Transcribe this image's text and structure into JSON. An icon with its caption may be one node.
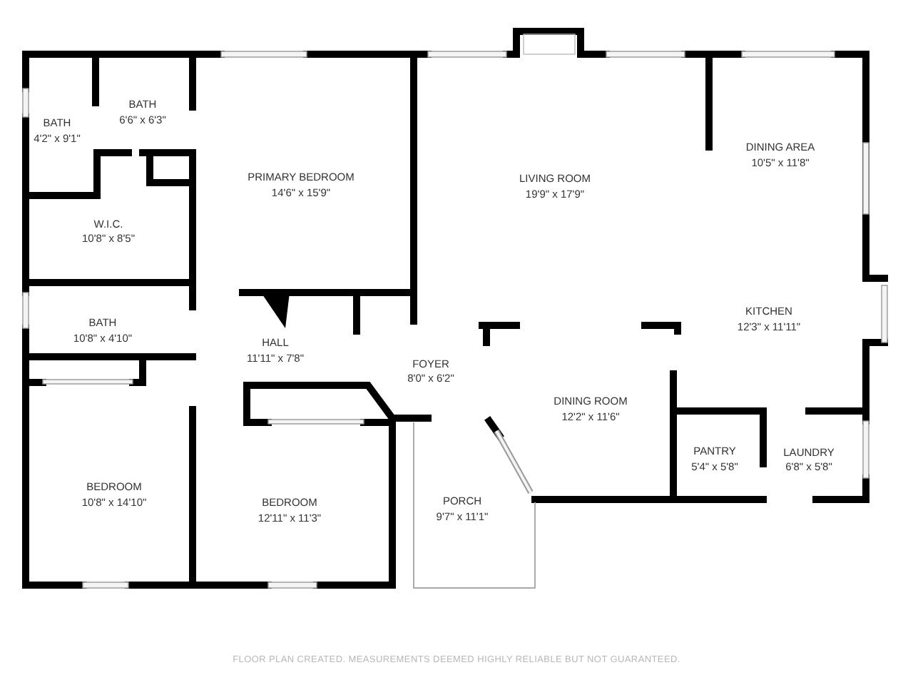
{
  "diagram": {
    "caption": "FLOOR PLAN CREATED. MEASUREMENTS DEEMED HIGHLY RELIABLE BUT NOT GUARANTEED.",
    "labels": [
      "BATH",
      "4'2\" x 9'1\"",
      "BATH",
      "6'6\" x 6'3\"",
      "PRIMARY BEDROOM",
      "14'6\" x 15'9\"",
      "LIVING ROOM",
      "19'9\" x 17'9\"",
      "DINING AREA",
      "10'5\" x 11'8\"",
      "W.I.C.",
      "10'8\" x 8'5\"",
      "KITCHEN",
      "12'3\" x 11'11\"",
      "BATH",
      "10'8\" x 4'10\"",
      "HALL",
      "11'11\" x 7'8\"",
      "FOYER",
      "8'0\" x 6'2\"",
      "DINING ROOM",
      "12'2\" x 11'6\"",
      "PANTRY",
      "5'4\" x 5'8\"",
      "LAUNDRY",
      "6'8\" x 5'8\"",
      "BEDROOM",
      "10'8\" x 14'10\"",
      "BEDROOM",
      "12'11\" x 11'3\"",
      "PORCH",
      "9'7\" x 11'1\""
    ]
  }
}
